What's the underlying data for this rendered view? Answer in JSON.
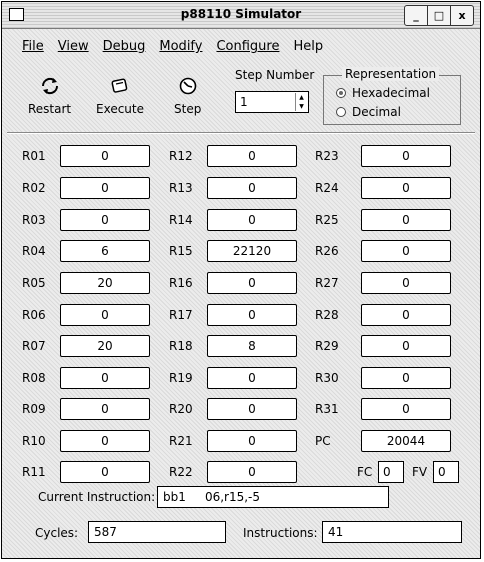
{
  "window": {
    "title": "p88110 Simulator",
    "minimize": "_",
    "maximize": "□",
    "close": "x"
  },
  "menu": [
    "File",
    "View",
    "Debug",
    "Modify",
    "Configure",
    "Help"
  ],
  "toolbar": {
    "restart": "Restart",
    "execute": "Execute",
    "step": "Step"
  },
  "step_number": {
    "label": "Step Number",
    "value": "1"
  },
  "representation": {
    "label": "Representation",
    "options": [
      "Hexadecimal",
      "Decimal"
    ],
    "selected": "Hexadecimal"
  },
  "registers": {
    "col1": [
      {
        "name": "R01",
        "value": "0"
      },
      {
        "name": "R02",
        "value": "0"
      },
      {
        "name": "R03",
        "value": "0"
      },
      {
        "name": "R04",
        "value": "6"
      },
      {
        "name": "R05",
        "value": "20"
      },
      {
        "name": "R06",
        "value": "0"
      },
      {
        "name": "R07",
        "value": "20"
      },
      {
        "name": "R08",
        "value": "0"
      },
      {
        "name": "R09",
        "value": "0"
      },
      {
        "name": "R10",
        "value": "0"
      },
      {
        "name": "R11",
        "value": "0"
      }
    ],
    "col2": [
      {
        "name": "R12",
        "value": "0"
      },
      {
        "name": "R13",
        "value": "0"
      },
      {
        "name": "R14",
        "value": "0"
      },
      {
        "name": "R15",
        "value": "22120"
      },
      {
        "name": "R16",
        "value": "0"
      },
      {
        "name": "R17",
        "value": "0"
      },
      {
        "name": "R18",
        "value": "8"
      },
      {
        "name": "R19",
        "value": "0"
      },
      {
        "name": "R20",
        "value": "0"
      },
      {
        "name": "R21",
        "value": "0"
      },
      {
        "name": "R22",
        "value": "0"
      }
    ],
    "col3": [
      {
        "name": "R23",
        "value": "0"
      },
      {
        "name": "R24",
        "value": "0"
      },
      {
        "name": "R25",
        "value": "0"
      },
      {
        "name": "R26",
        "value": "0"
      },
      {
        "name": "R27",
        "value": "0"
      },
      {
        "name": "R28",
        "value": "0"
      },
      {
        "name": "R29",
        "value": "0"
      },
      {
        "name": "R30",
        "value": "0"
      },
      {
        "name": "R31",
        "value": "0"
      },
      {
        "name": "PC",
        "value": "20044"
      }
    ]
  },
  "flags": {
    "fc_label": "FC",
    "fc_value": "0",
    "fv_label": "FV",
    "fv_value": "0"
  },
  "current_instruction": {
    "label": "Current Instruction:",
    "value": "bb1     06,r15,-5"
  },
  "stats": {
    "cycles_label": "Cycles:",
    "cycles_value": "587",
    "instructions_label": "Instructions:",
    "instructions_value": "41"
  }
}
